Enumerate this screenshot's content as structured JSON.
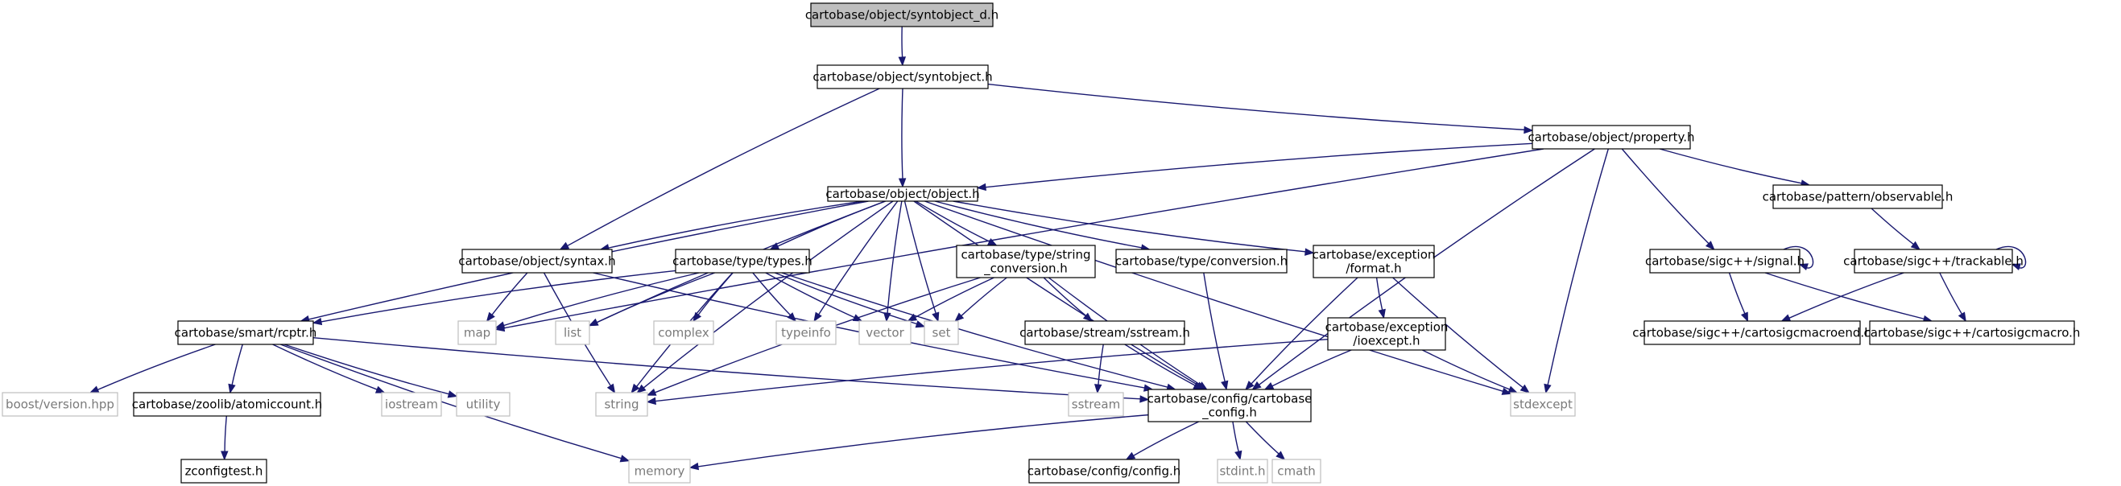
{
  "graph": {
    "edge_color": "#191970",
    "root_fill": "#bfbfbf",
    "system_header_border": "#bfbfbf",
    "nodes": [
      {
        "id": "syntobject_d",
        "label": [
          "cartobase/object/syntobject_d.h"
        ],
        "kind": "root"
      },
      {
        "id": "syntobject",
        "label": [
          "cartobase/object/syntobject.h"
        ],
        "kind": "local"
      },
      {
        "id": "property",
        "label": [
          "cartobase/object/property.h"
        ],
        "kind": "local"
      },
      {
        "id": "object",
        "label": [
          "cartobase/object/object.h"
        ],
        "kind": "local"
      },
      {
        "id": "observable",
        "label": [
          "cartobase/pattern/observable.h"
        ],
        "kind": "local"
      },
      {
        "id": "syntax",
        "label": [
          "cartobase/object/syntax.h"
        ],
        "kind": "local"
      },
      {
        "id": "types",
        "label": [
          "cartobase/type/types.h"
        ],
        "kind": "local"
      },
      {
        "id": "string_conversion",
        "label": [
          "cartobase/type/string",
          "_conversion.h"
        ],
        "kind": "local"
      },
      {
        "id": "conversion",
        "label": [
          "cartobase/type/conversion.h"
        ],
        "kind": "local"
      },
      {
        "id": "format",
        "label": [
          "cartobase/exception",
          "/format.h"
        ],
        "kind": "local"
      },
      {
        "id": "signal",
        "label": [
          "cartobase/sigc++/signal.h"
        ],
        "kind": "local"
      },
      {
        "id": "trackable",
        "label": [
          "cartobase/sigc++/trackable.h"
        ],
        "kind": "local"
      },
      {
        "id": "rcptr",
        "label": [
          "cartobase/smart/rcptr.h"
        ],
        "kind": "local"
      },
      {
        "id": "map",
        "label": [
          "map"
        ],
        "kind": "system"
      },
      {
        "id": "list",
        "label": [
          "list"
        ],
        "kind": "system"
      },
      {
        "id": "complex",
        "label": [
          "complex"
        ],
        "kind": "system"
      },
      {
        "id": "typeinfo",
        "label": [
          "typeinfo"
        ],
        "kind": "system"
      },
      {
        "id": "vector",
        "label": [
          "vector"
        ],
        "kind": "system"
      },
      {
        "id": "set",
        "label": [
          "set"
        ],
        "kind": "system"
      },
      {
        "id": "sstream_h",
        "label": [
          "cartobase/stream/sstream.h"
        ],
        "kind": "local"
      },
      {
        "id": "ioexcept",
        "label": [
          "cartobase/exception",
          "/ioexcept.h"
        ],
        "kind": "local"
      },
      {
        "id": "cartosigcmacroend",
        "label": [
          "cartobase/sigc++/cartosigcmacroend.h"
        ],
        "kind": "local"
      },
      {
        "id": "cartosigcmacro",
        "label": [
          "cartobase/sigc++/cartosigcmacro.h"
        ],
        "kind": "local"
      },
      {
        "id": "boost_version",
        "label": [
          "boost/version.hpp"
        ],
        "kind": "system"
      },
      {
        "id": "atomiccount",
        "label": [
          "cartobase/zoolib/atomiccount.h"
        ],
        "kind": "local"
      },
      {
        "id": "iostream",
        "label": [
          "iostream"
        ],
        "kind": "system"
      },
      {
        "id": "utility",
        "label": [
          "utility"
        ],
        "kind": "system"
      },
      {
        "id": "string",
        "label": [
          "string"
        ],
        "kind": "system"
      },
      {
        "id": "sstream",
        "label": [
          "sstream"
        ],
        "kind": "system"
      },
      {
        "id": "cartobase_config",
        "label": [
          "cartobase/config/cartobase",
          "_config.h"
        ],
        "kind": "local"
      },
      {
        "id": "stdexcept",
        "label": [
          "stdexcept"
        ],
        "kind": "system"
      },
      {
        "id": "zconfigtest",
        "label": [
          "zconfigtest.h"
        ],
        "kind": "local"
      },
      {
        "id": "memory",
        "label": [
          "memory"
        ],
        "kind": "system"
      },
      {
        "id": "config",
        "label": [
          "cartobase/config/config.h"
        ],
        "kind": "local"
      },
      {
        "id": "stdint",
        "label": [
          "stdint.h"
        ],
        "kind": "system"
      },
      {
        "id": "cmath",
        "label": [
          "cmath"
        ],
        "kind": "system"
      }
    ],
    "edges": [
      [
        "syntobject_d",
        "syntobject"
      ],
      [
        "syntobject",
        "property"
      ],
      [
        "syntobject",
        "object"
      ],
      [
        "syntobject",
        "syntax"
      ],
      [
        "property",
        "object"
      ],
      [
        "property",
        "map"
      ],
      [
        "property",
        "observable"
      ],
      [
        "property",
        "signal"
      ],
      [
        "property",
        "cartobase_config"
      ],
      [
        "property",
        "stdexcept"
      ],
      [
        "object",
        "syntax"
      ],
      [
        "object",
        "types"
      ],
      [
        "object",
        "string_conversion"
      ],
      [
        "object",
        "conversion"
      ],
      [
        "object",
        "format"
      ],
      [
        "object",
        "rcptr"
      ],
      [
        "object",
        "list"
      ],
      [
        "object",
        "typeinfo"
      ],
      [
        "object",
        "vector"
      ],
      [
        "object",
        "set"
      ],
      [
        "object",
        "string"
      ],
      [
        "object",
        "cartobase_config"
      ],
      [
        "object",
        "stdexcept"
      ],
      [
        "syntax",
        "map"
      ],
      [
        "syntax",
        "string"
      ],
      [
        "syntax",
        "cartobase_config"
      ],
      [
        "types",
        "rcptr"
      ],
      [
        "types",
        "map"
      ],
      [
        "types",
        "list"
      ],
      [
        "types",
        "complex"
      ],
      [
        "types",
        "typeinfo"
      ],
      [
        "types",
        "vector"
      ],
      [
        "types",
        "set"
      ],
      [
        "types",
        "string"
      ],
      [
        "types",
        "cartobase_config"
      ],
      [
        "string_conversion",
        "vector"
      ],
      [
        "string_conversion",
        "set"
      ],
      [
        "string_conversion",
        "sstream_h"
      ],
      [
        "string_conversion",
        "string"
      ],
      [
        "string_conversion",
        "cartobase_config"
      ],
      [
        "conversion",
        "cartobase_config"
      ],
      [
        "format",
        "ioexcept"
      ],
      [
        "format",
        "cartobase_config"
      ],
      [
        "format",
        "stdexcept"
      ],
      [
        "observable",
        "trackable"
      ],
      [
        "signal",
        "signal"
      ],
      [
        "signal",
        "cartosigcmacroend"
      ],
      [
        "signal",
        "cartosigcmacro"
      ],
      [
        "trackable",
        "trackable"
      ],
      [
        "trackable",
        "cartosigcmacroend"
      ],
      [
        "trackable",
        "cartosigcmacro"
      ],
      [
        "rcptr",
        "boost_version"
      ],
      [
        "rcptr",
        "atomiccount"
      ],
      [
        "rcptr",
        "iostream"
      ],
      [
        "rcptr",
        "utility"
      ],
      [
        "rcptr",
        "memory"
      ],
      [
        "rcptr",
        "cartobase_config"
      ],
      [
        "sstream_h",
        "sstream"
      ],
      [
        "sstream_h",
        "cartobase_config"
      ],
      [
        "ioexcept",
        "string"
      ],
      [
        "ioexcept",
        "cartobase_config"
      ],
      [
        "ioexcept",
        "stdexcept"
      ],
      [
        "atomiccount",
        "zconfigtest"
      ],
      [
        "cartobase_config",
        "memory"
      ],
      [
        "cartobase_config",
        "config"
      ],
      [
        "cartobase_config",
        "stdint"
      ],
      [
        "cartobase_config",
        "cmath"
      ]
    ]
  }
}
